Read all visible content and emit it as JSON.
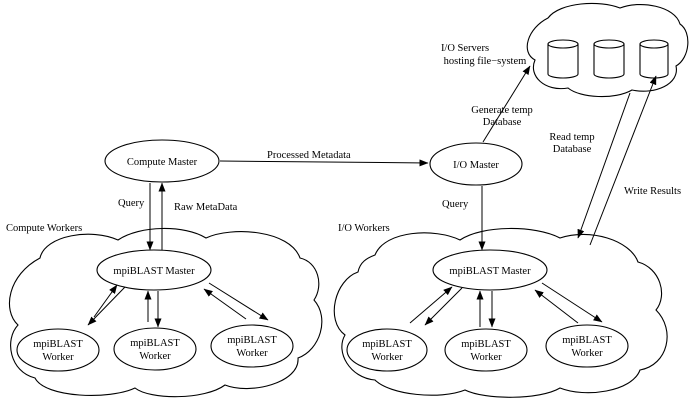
{
  "left_group": {
    "label": "Compute Workers",
    "master_outer": "Compute Master",
    "master_inner": "mpiBLAST Master",
    "query_label": "Query",
    "metadata_label": "Raw MetaData",
    "workers": [
      {
        "line1": "mpiBLAST",
        "line2": "Worker"
      },
      {
        "line1": "mpiBLAST",
        "line2": "Worker"
      },
      {
        "line1": "mpiBLAST",
        "line2": "Worker"
      }
    ]
  },
  "right_group": {
    "label": "I/O Workers",
    "master_outer": "I/O Master",
    "master_inner": "mpiBLAST Master",
    "query_label": "Query",
    "workers": [
      {
        "line1": "mpiBLAST",
        "line2": "Worker"
      },
      {
        "line1": "mpiBLAST",
        "line2": "Worker"
      },
      {
        "line1": "mpiBLAST",
        "line2": "Worker"
      }
    ]
  },
  "link_label": "Processed Metadata",
  "io_servers": {
    "line1": "I/O Servers",
    "line2": "hosting file−system"
  },
  "generate_temp": {
    "line1": "Generate temp",
    "line2": "Database"
  },
  "read_temp": {
    "line1": "Read temp",
    "line2": "Database"
  },
  "write_results": "Write Results"
}
